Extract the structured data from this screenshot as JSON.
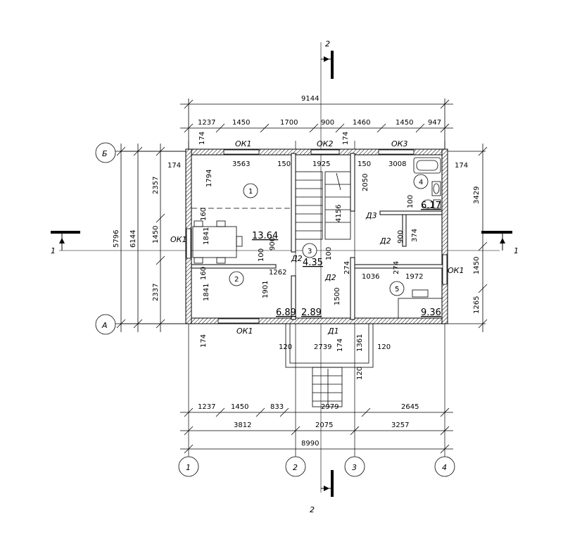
{
  "section_marks": {
    "top": "2",
    "bottom": "2",
    "left": "1",
    "right": "1"
  },
  "axes": {
    "letters": [
      {
        "id": "Б"
      },
      {
        "id": "А"
      }
    ],
    "numbers": [
      {
        "id": "1"
      },
      {
        "id": "2"
      },
      {
        "id": "3"
      },
      {
        "id": "4"
      }
    ]
  },
  "dims_top": {
    "overall": "9144",
    "chain": [
      "1237",
      "1450",
      "1700",
      "900",
      "1460",
      "1450",
      "947"
    ],
    "inner": [
      "174",
      "3563",
      "150",
      "1925",
      "150",
      "3008",
      "174"
    ],
    "wall_small": [
      "174",
      "174"
    ]
  },
  "dims_bottom": {
    "chain1": [
      "1237",
      "1450",
      "833",
      "2979",
      "2645"
    ],
    "chain2": [
      "3812",
      "2075",
      "3257"
    ],
    "overall": "8990",
    "porch": [
      "120",
      "2739",
      "174",
      "1361",
      "120",
      "120"
    ]
  },
  "dims_left": {
    "overall1": "5796",
    "overall2": "6144",
    "chain": [
      "2357",
      "1450",
      "2337"
    ],
    "inner": [
      "1794",
      "160",
      "1841",
      "160",
      "1841",
      "174"
    ]
  },
  "dims_right": {
    "chain": [
      "3429",
      "1450",
      "1265"
    ],
    "edge": "174"
  },
  "inner_dims": [
    "900",
    "100",
    "1262",
    "1901",
    "100",
    "1500",
    "4156",
    "2050",
    "100",
    "900",
    "374",
    "274",
    "1036",
    "1972",
    "274"
  ],
  "openings": {
    "windows": [
      "ОК1",
      "ОК2",
      "ОК3",
      "ОК1",
      "ОК1",
      "ОК1"
    ],
    "doors": [
      "Д3",
      "Д2",
      "Д2",
      "Д2",
      "Д1"
    ]
  },
  "rooms": [
    {
      "num": "1",
      "area": "13.64"
    },
    {
      "num": "2",
      "area": "6.89"
    },
    {
      "num": "3",
      "area": "4.35"
    },
    {
      "num": "4",
      "area": "6.17"
    },
    {
      "num": "5",
      "area": "9.36"
    },
    {
      "num": "",
      "area": "2.89"
    }
  ]
}
